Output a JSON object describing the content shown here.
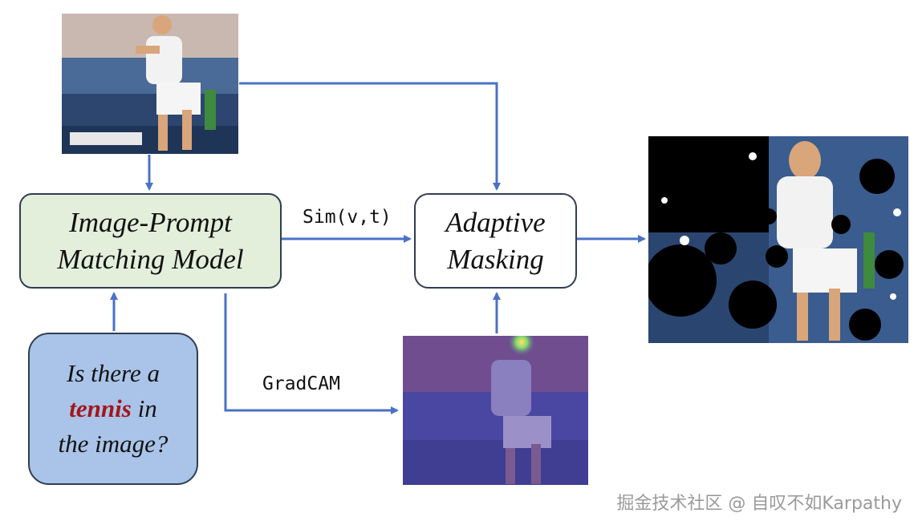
{
  "nodes": {
    "matching_model": {
      "line1": "Image-Prompt",
      "line2": "Matching Model"
    },
    "adaptive_masking": {
      "line1": "Adaptive",
      "line2": "Masking"
    },
    "prompt": {
      "line1": "Is there a",
      "highlight": "tennis",
      "line2_rest": " in",
      "line3": "the image?"
    }
  },
  "edge_labels": {
    "similarity": "Sim(v,t)",
    "gradcam": "GradCAM"
  },
  "watermark": "掘金技术社区 @ 自叹不如Karpathy",
  "colors": {
    "arrow": "#4a72c4",
    "matching_fill": "#e3eedb",
    "prompt_fill": "#a9c4e8",
    "highlight_text": "#a3161b"
  }
}
